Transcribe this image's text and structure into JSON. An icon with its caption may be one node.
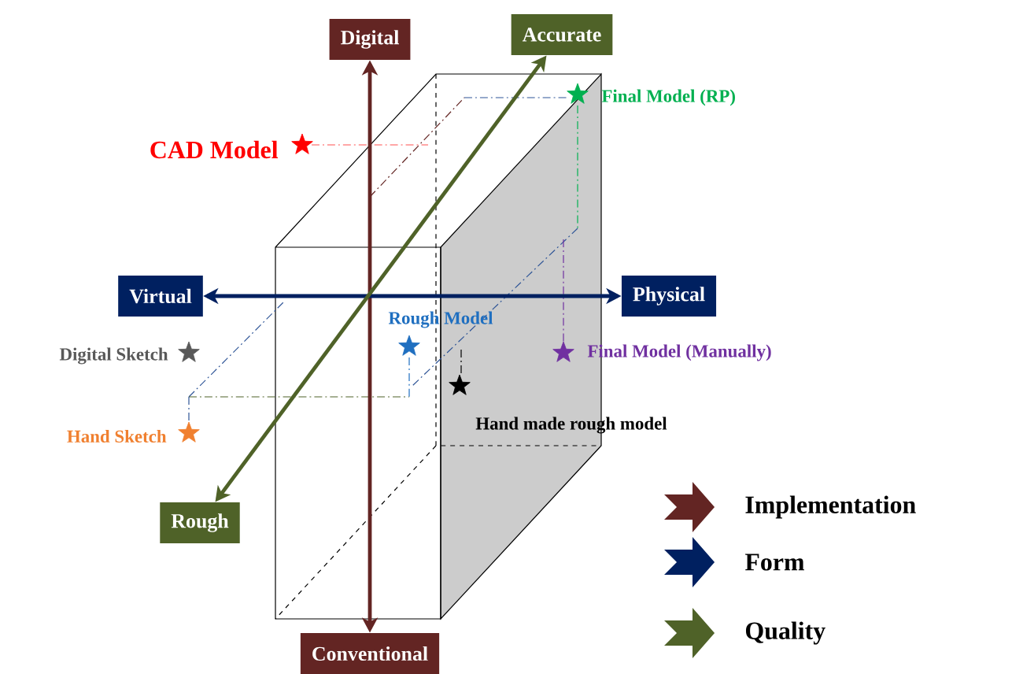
{
  "diagram": {
    "nodes": [
      {
        "text": [
          "Digital"
        ]
      },
      {
        "text": [
          "Conventional"
        ]
      },
      {
        "text": [
          "Virtual"
        ]
      },
      {
        "text": [
          "Physical"
        ]
      },
      {
        "text": [
          "Accurate"
        ]
      },
      {
        "text": [
          "Rough"
        ]
      },
      {
        "text": [
          "CAD Model"
        ]
      },
      {
        "text": [
          "Final Model (RP)"
        ]
      },
      {
        "text": [
          "Rough Model"
        ]
      },
      {
        "text": [
          "Digital Sketch"
        ]
      },
      {
        "text": [
          "Final Model (Manually)"
        ]
      },
      {
        "text": [
          "Hand Sketch"
        ]
      },
      {
        "text": [
          "Hand made rough model"
        ]
      }
    ],
    "edges": [
      {
        "from": 1,
        "to": 0,
        "arrow": "both",
        "color": "#632523"
      },
      {
        "from": 2,
        "to": 3,
        "arrow": "both",
        "color": "#002060"
      },
      {
        "from": 5,
        "to": 4,
        "arrow": "both",
        "color": "#4f6228"
      }
    ],
    "legend": [
      {
        "text": "Implementation",
        "color": "#632523"
      },
      {
        "text": "Form",
        "color": "#002060"
      },
      {
        "text": "Quality",
        "color": "#4f6228"
      }
    ]
  }
}
